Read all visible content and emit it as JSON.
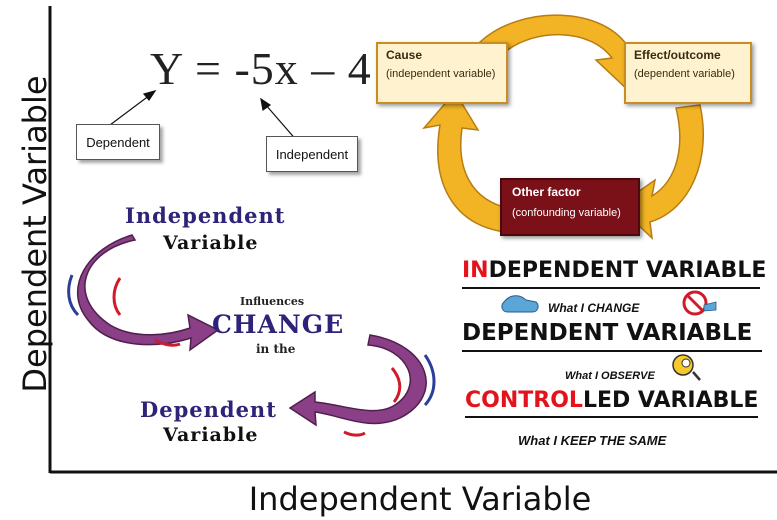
{
  "axes": {
    "y_label": "Dependent Variable",
    "x_label": "Independent Variable"
  },
  "equation": {
    "text": "Y = -5x – 4",
    "dependent_box": "Dependent",
    "independent_box": "Independent"
  },
  "cycle": {
    "cause_title": "Cause",
    "cause_sub": "(independent variable)",
    "effect_title": "Effect/outcome",
    "effect_sub": "(dependent variable)",
    "other_title": "Other factor",
    "other_sub": "(confounding variable)",
    "arrow_color": "#f2b324"
  },
  "flow": {
    "independent": "Independent",
    "variable_1": "Variable",
    "influences": "Influences",
    "change": "CHANGE",
    "in_the": "in the",
    "dependent": "Dependent",
    "variable_2": "Variable",
    "arrow_color": "#8a3f86"
  },
  "definitions": {
    "independent_hl": "IN",
    "independent_rest": "DEPENDENT VARIABLE",
    "independent_note": "What I CHANGE",
    "dependent_term": "DEPENDENT VARIABLE",
    "dependent_note": "What I OBSERVE",
    "controlled_hl": "CONTROL",
    "controlled_rest": "LED VARIABLE",
    "controlled_note": "What I KEEP THE SAME",
    "highlight_color": "#e3121b"
  }
}
